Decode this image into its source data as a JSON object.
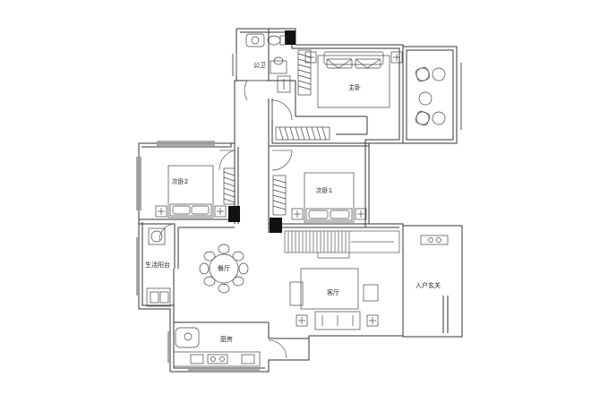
{
  "floor_plan": {
    "rooms": {
      "master_bedroom": "主卧",
      "public_bathroom": "公卫",
      "second_bedroom_2": "次卧2",
      "second_bedroom_1": "次卧1",
      "dining_room": "餐厅",
      "living_room": "客厅",
      "kitchen": "厨房",
      "utility_balcony": "生活阳台",
      "entrance_hall": "入户玄关"
    }
  }
}
